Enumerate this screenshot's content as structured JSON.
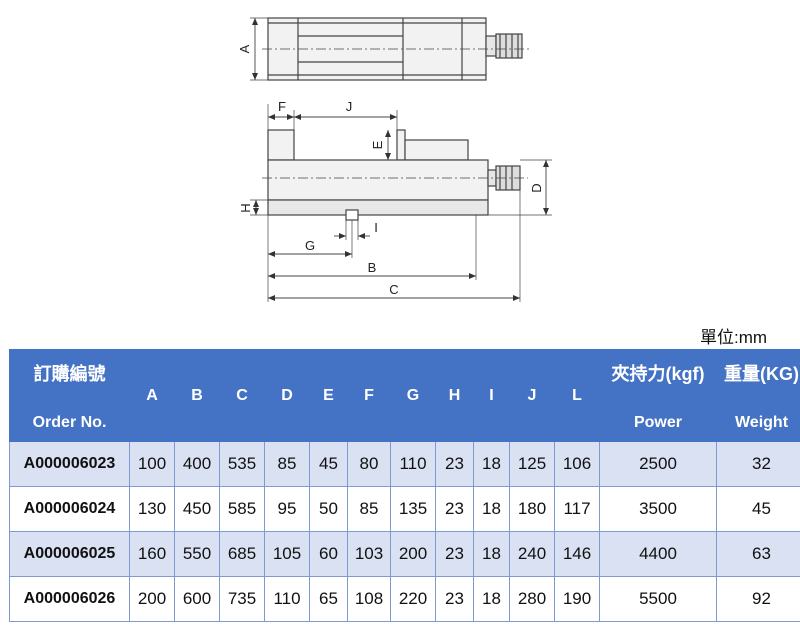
{
  "drawing": {
    "dims": [
      "A",
      "F",
      "J",
      "E",
      "H",
      "D",
      "G",
      "I",
      "B",
      "C"
    ]
  },
  "unit_label": "單位:mm",
  "table": {
    "header_order_zh": "訂購編號",
    "header_order_en": "Order No.",
    "dim_headers": [
      "A",
      "B",
      "C",
      "D",
      "E",
      "F",
      "G",
      "H",
      "I",
      "J",
      "L"
    ],
    "header_power_zh": "夾持力(kgf)",
    "header_power_en": "Power",
    "header_weight_zh": "重量(KG)",
    "header_weight_en": "Weight",
    "rows": [
      {
        "code": "A000006023",
        "vals": [
          "100",
          "400",
          "535",
          "85",
          "45",
          "80",
          "110",
          "23",
          "18",
          "125",
          "106"
        ],
        "power": "2500",
        "weight": "32"
      },
      {
        "code": "A000006024",
        "vals": [
          "130",
          "450",
          "585",
          "95",
          "50",
          "85",
          "135",
          "23",
          "18",
          "180",
          "117"
        ],
        "power": "3500",
        "weight": "45"
      },
      {
        "code": "A000006025",
        "vals": [
          "160",
          "550",
          "685",
          "105",
          "60",
          "103",
          "200",
          "23",
          "18",
          "240",
          "146"
        ],
        "power": "4400",
        "weight": "63"
      },
      {
        "code": "A000006026",
        "vals": [
          "200",
          "600",
          "735",
          "110",
          "65",
          "108",
          "220",
          "23",
          "18",
          "280",
          "190"
        ],
        "power": "5500",
        "weight": "92"
      }
    ]
  }
}
